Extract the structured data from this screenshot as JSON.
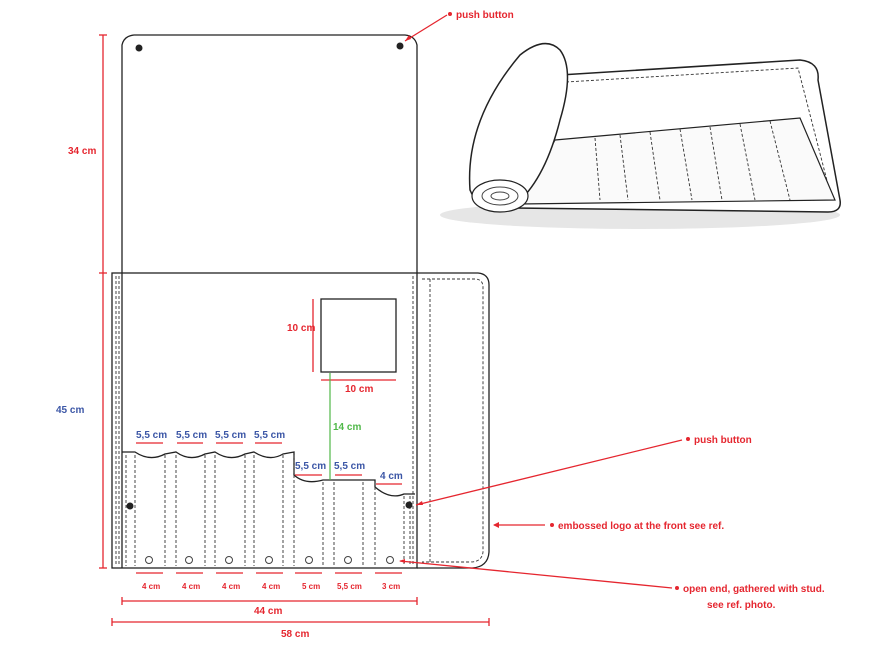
{
  "dimensions": {
    "flap_height": "34 cm",
    "body_height": "45 cm",
    "logo_height": "10 cm",
    "logo_width": "10 cm",
    "logo_offset": "14 cm",
    "inner_width": "44 cm",
    "total_width": "58 cm",
    "pocket_tops": [
      "5,5 cm",
      "5,5 cm",
      "5,5 cm",
      "5,5 cm",
      "5,5 cm",
      "5,5 cm",
      "4 cm"
    ],
    "pocket_bottoms": [
      "4 cm",
      "4 cm",
      "4 cm",
      "4 cm",
      "5 cm",
      "5,5 cm",
      "3 cm"
    ]
  },
  "annotations": {
    "push_button_top": "push button",
    "push_button_side": "push button",
    "embossed_logo": "embossed logo at the front see ref.",
    "open_end_line1": "open end, gathered with stud.",
    "open_end_line2": "see ref. photo."
  },
  "colors": {
    "red": "#e5262f",
    "blue": "#3b56a6",
    "green": "#4fb848"
  }
}
